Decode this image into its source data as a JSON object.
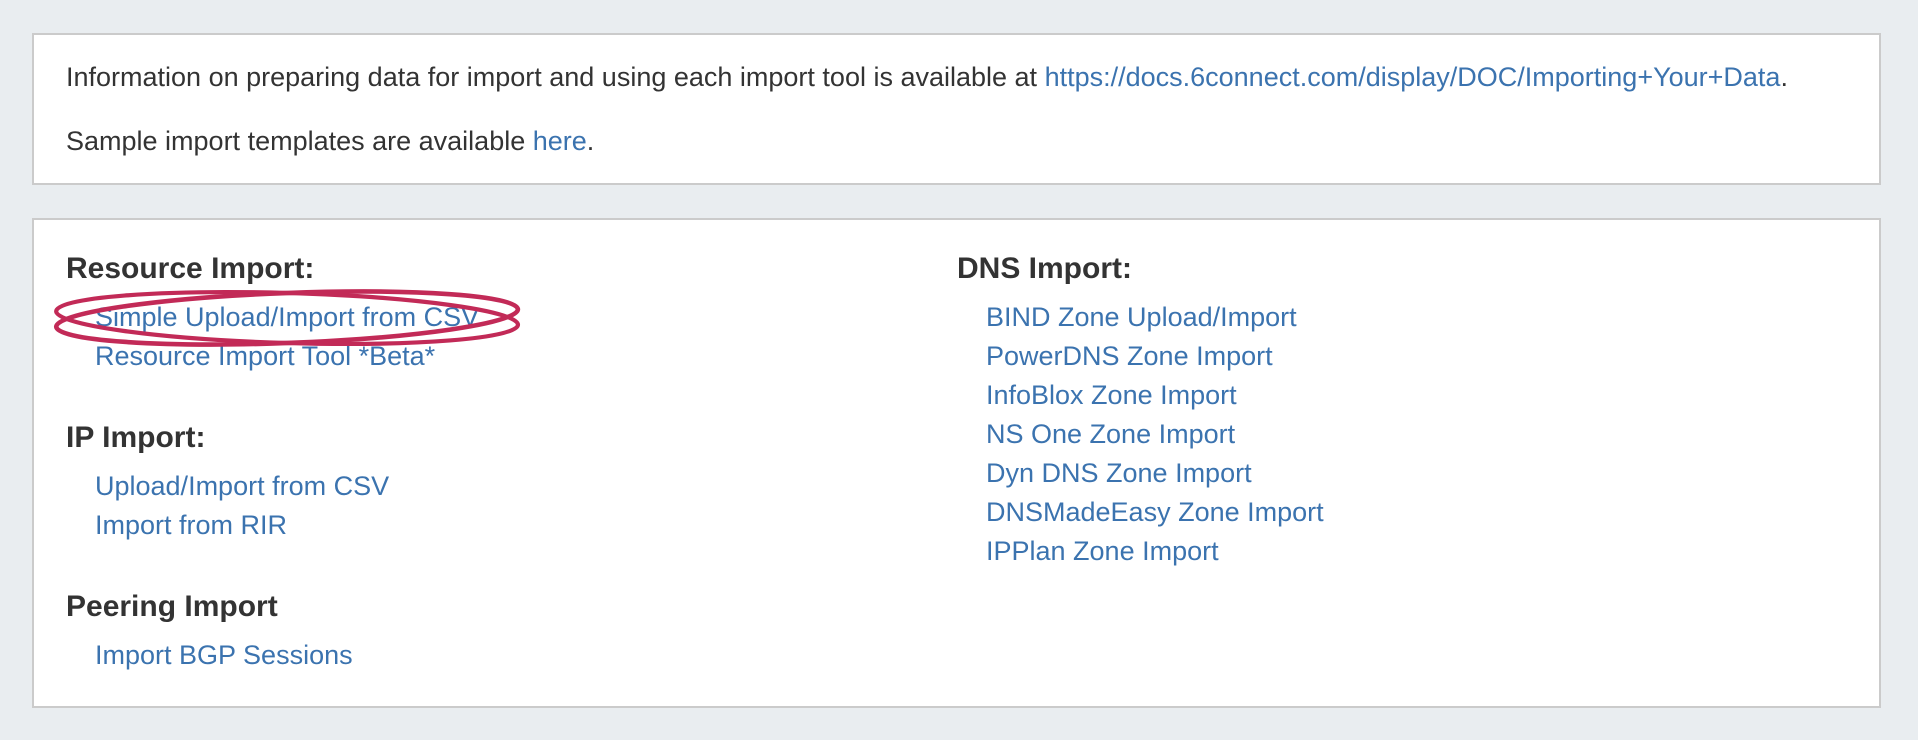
{
  "colors": {
    "page_bg": "#e9edf0",
    "panel_bg": "#ffffff",
    "panel_border": "#cbcbcb",
    "text": "#333333",
    "link": "#3b73af",
    "annotation_circle": "#c22a57"
  },
  "info_panel": {
    "line1_prefix": "Information on preparing data for import and using each import tool is available at ",
    "line1_link": "https://docs.6connect.com/display/DOC/Importing+Your+Data",
    "line1_suffix": ".",
    "line2_prefix": "Sample import templates are available ",
    "line2_link": "here",
    "line2_suffix": "."
  },
  "import_panel": {
    "left_sections": [
      {
        "heading": "Resource Import:",
        "links": [
          {
            "label": "Simple Upload/Import from CSV",
            "circled": true
          },
          {
            "label": "Resource Import Tool *Beta*",
            "circled": false
          }
        ]
      },
      {
        "heading": "IP Import:",
        "links": [
          {
            "label": "Upload/Import from CSV",
            "circled": false
          },
          {
            "label": "Import from RIR",
            "circled": false
          }
        ]
      },
      {
        "heading": "Peering Import",
        "links": [
          {
            "label": "Import BGP Sessions",
            "circled": false
          }
        ]
      }
    ],
    "right_sections": [
      {
        "heading": "DNS Import:",
        "links": [
          {
            "label": "BIND Zone Upload/Import",
            "circled": false
          },
          {
            "label": "PowerDNS Zone Import",
            "circled": false
          },
          {
            "label": "InfoBlox Zone Import",
            "circled": false
          },
          {
            "label": "NS One Zone Import",
            "circled": false
          },
          {
            "label": "Dyn DNS Zone Import",
            "circled": false
          },
          {
            "label": "DNSMadeEasy Zone Import",
            "circled": false
          },
          {
            "label": "IPPlan Zone Import",
            "circled": false
          }
        ]
      }
    ]
  }
}
